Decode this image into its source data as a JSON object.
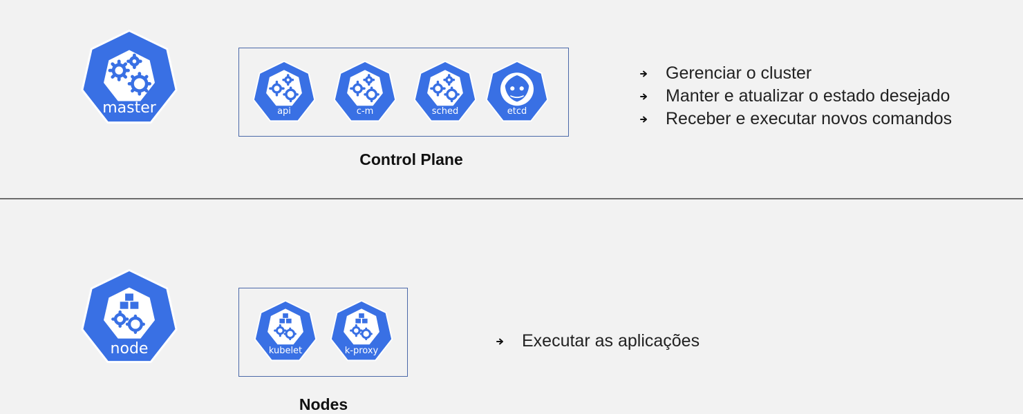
{
  "colors": {
    "blue": "#3970e4",
    "white": "#ffffff",
    "background": "#f2f2f2"
  },
  "control_plane": {
    "master_label": "master",
    "components": [
      {
        "label": "api",
        "icon": "gears-icon"
      },
      {
        "label": "c-m",
        "icon": "gears-icon"
      },
      {
        "label": "sched",
        "icon": "gears-icon"
      },
      {
        "label": "etcd",
        "icon": "etcd-icon"
      }
    ],
    "caption": "Control Plane",
    "bullets": [
      "Gerenciar o cluster",
      "Manter e atualizar o estado desejado",
      "Receber e executar novos comandos"
    ]
  },
  "nodes": {
    "node_label": "node",
    "components": [
      {
        "label": "kubelet",
        "icon": "cubes-gears-icon"
      },
      {
        "label": "k-proxy",
        "icon": "cubes-gears-icon"
      }
    ],
    "caption": "Nodes",
    "bullets": [
      "Executar as aplicações"
    ]
  }
}
